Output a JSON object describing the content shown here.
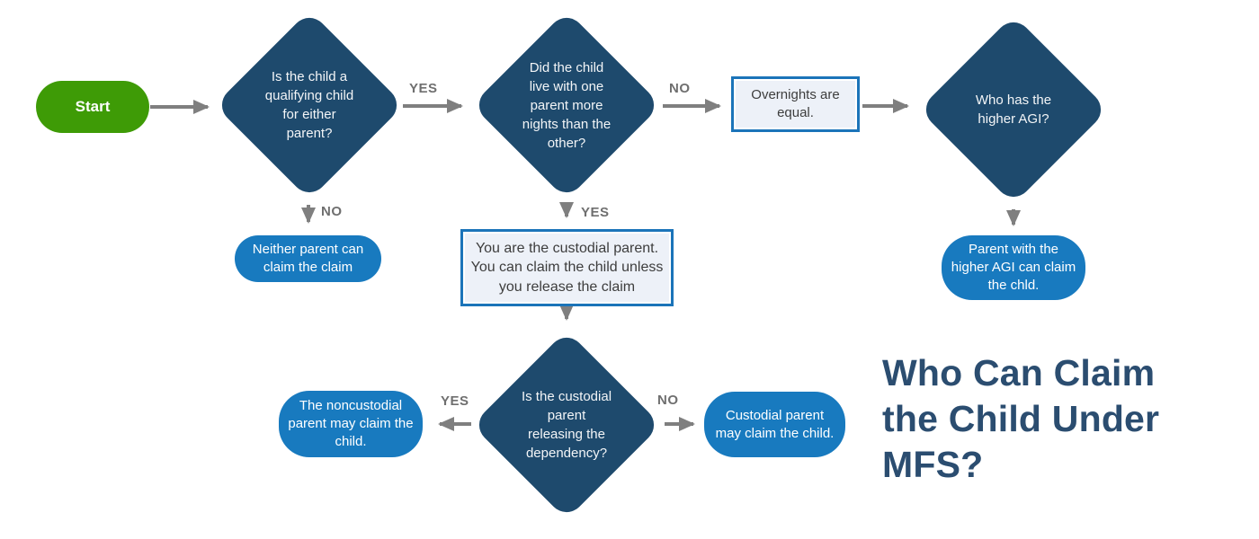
{
  "title": {
    "full": "Who Can Claim the Child Under MFS?",
    "lines": [
      "Who Can Claim",
      "the Child Under",
      "MFS?"
    ]
  },
  "nodes": {
    "start": {
      "label": "Start"
    },
    "q_qualifying": {
      "label": "Is the child a qualifying child for either parent?"
    },
    "q_nights": {
      "label": "Did the child live with one parent more nights than the other?"
    },
    "q_agi": {
      "label": "Who has the higher AGI?"
    },
    "q_release": {
      "label": "Is the custodial parent releasing the dependency?"
    },
    "note_overnights": {
      "label": "Overnights are equal."
    },
    "note_custodial": {
      "label": "You are the custodial parent. You can claim the child unless you release the claim"
    },
    "result_neither": {
      "label": "Neither parent can claim the claim"
    },
    "result_higher_agi": {
      "label": "Parent with the higher AGI can claim the chld."
    },
    "result_noncustodial": {
      "label": "The noncustodial parent may claim the child."
    },
    "result_custodial": {
      "label": "Custodial parent may claim the child."
    }
  },
  "edge_labels": {
    "yes_qualifying": "YES",
    "no_qualifying": "NO",
    "no_nights": "NO",
    "yes_nights": "YES",
    "yes_release": "YES",
    "no_release": "NO"
  },
  "colors": {
    "diamond": "#1e4a6d",
    "start_green": "#3e9b06",
    "result_blue": "#187abf",
    "note_border": "#1b74b9",
    "note_fill": "#edf1f8",
    "arrow_gray": "#7f7f7f",
    "edge_label_gray": "#6f6f6f",
    "title_navy": "#2b4d70"
  }
}
